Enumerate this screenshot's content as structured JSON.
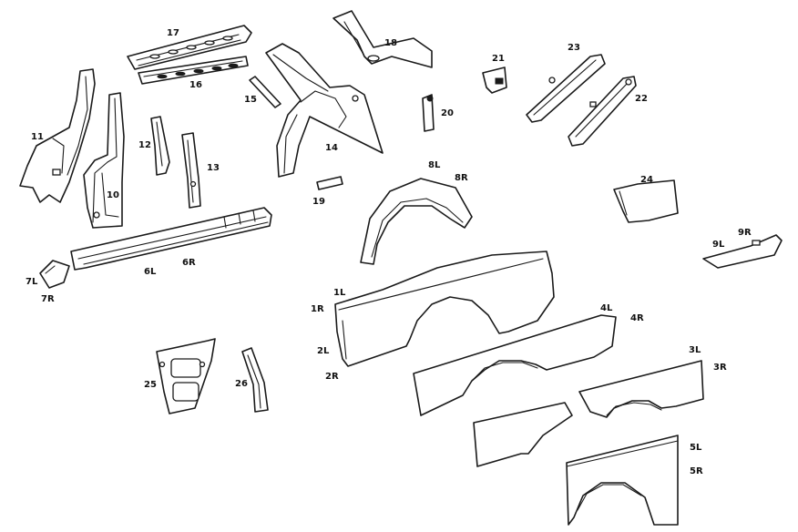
{
  "diagram": {
    "parts": [
      {
        "id": "p1L",
        "label": "1L"
      },
      {
        "id": "p1R",
        "label": "1R"
      },
      {
        "id": "p2L",
        "label": "2L"
      },
      {
        "id": "p2R",
        "label": "2R"
      },
      {
        "id": "p3L",
        "label": "3L"
      },
      {
        "id": "p3R",
        "label": "3R"
      },
      {
        "id": "p4L",
        "label": "4L"
      },
      {
        "id": "p4R",
        "label": "4R"
      },
      {
        "id": "p5L",
        "label": "5L"
      },
      {
        "id": "p5R",
        "label": "5R"
      },
      {
        "id": "p6L",
        "label": "6L"
      },
      {
        "id": "p6R",
        "label": "6R"
      },
      {
        "id": "p7L",
        "label": "7L"
      },
      {
        "id": "p7R",
        "label": "7R"
      },
      {
        "id": "p8L",
        "label": "8L"
      },
      {
        "id": "p8R",
        "label": "8R"
      },
      {
        "id": "p9L",
        "label": "9L"
      },
      {
        "id": "p9R",
        "label": "9R"
      },
      {
        "id": "p10",
        "label": "10"
      },
      {
        "id": "p11",
        "label": "11"
      },
      {
        "id": "p12",
        "label": "12"
      },
      {
        "id": "p13",
        "label": "13"
      },
      {
        "id": "p14",
        "label": "14"
      },
      {
        "id": "p15",
        "label": "15"
      },
      {
        "id": "p16",
        "label": "16"
      },
      {
        "id": "p17",
        "label": "17"
      },
      {
        "id": "p18",
        "label": "18"
      },
      {
        "id": "p19",
        "label": "19"
      },
      {
        "id": "p20",
        "label": "20"
      },
      {
        "id": "p21",
        "label": "21"
      },
      {
        "id": "p22",
        "label": "22"
      },
      {
        "id": "p23",
        "label": "23"
      },
      {
        "id": "p24",
        "label": "24"
      },
      {
        "id": "p25",
        "label": "25"
      },
      {
        "id": "p26",
        "label": "26"
      }
    ]
  }
}
